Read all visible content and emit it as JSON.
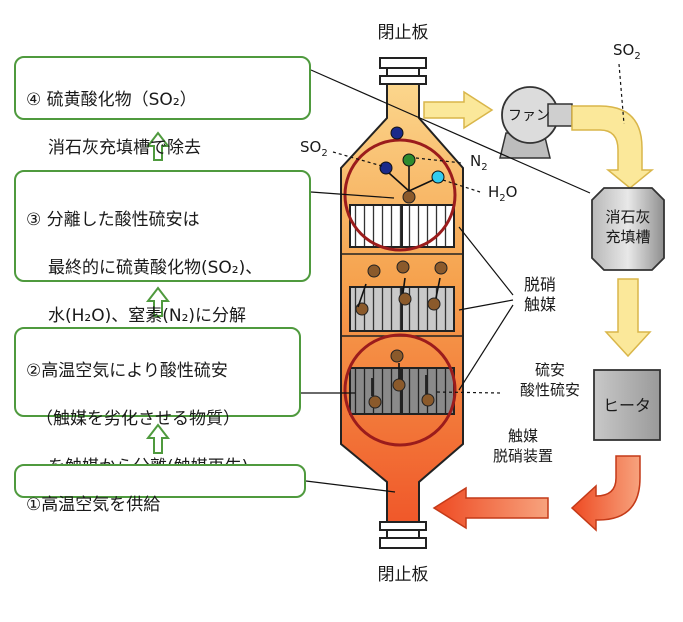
{
  "steps": [
    {
      "id": 4,
      "lines": [
        "④ 硫黄酸化物（SO₂）",
        "消石灰充填槽で除去"
      ]
    },
    {
      "id": 3,
      "lines": [
        "③ 分離した酸性硫安は",
        "最終的に硫黄酸化物(SO₂)、",
        "水(H₂O)、窒素(N₂)に分解"
      ]
    },
    {
      "id": 2,
      "lines": [
        "②高温空気により酸性硫安",
        "（触媒を劣化させる物質）",
        "を触媒から分離(触媒再生)"
      ]
    },
    {
      "id": 1,
      "lines": [
        "①高温空気を供給"
      ]
    }
  ],
  "labels": {
    "top_damper": "閉止板",
    "bottom_damper": "閉止板",
    "so2_near_reactor": "SO",
    "so2_near_reactor_sub": "2",
    "n2": "N",
    "n2_sub": "2",
    "h2o_h": "H",
    "h2o_sub": "2",
    "h2o_o": "O",
    "so2_right": "SO",
    "so2_right_sub": "2",
    "catalyst_line1": "脱硝",
    "catalyst_line2": "触媒",
    "salt_line1": "硫安",
    "salt_line2": "酸性硫安",
    "fan": "ファン",
    "lime_line1": "消石灰",
    "lime_line2": "充填槽",
    "heater": "ヒータ",
    "device_line1": "触媒",
    "device_line2": "脱硝装置"
  },
  "colors": {
    "step_border": "#4f9a3e",
    "reactor_top": "#f7c77a",
    "reactor_bottom": "#f06a2a",
    "highlight_circle": "#9b1c1c",
    "particle_brown": "#8b5a2b",
    "particle_navy": "#1a2a8a",
    "particle_green": "#2e8b2e",
    "particle_cyan": "#33ccee",
    "flow_yellow": "#fbe89a",
    "flow_red": "#f2542d"
  }
}
